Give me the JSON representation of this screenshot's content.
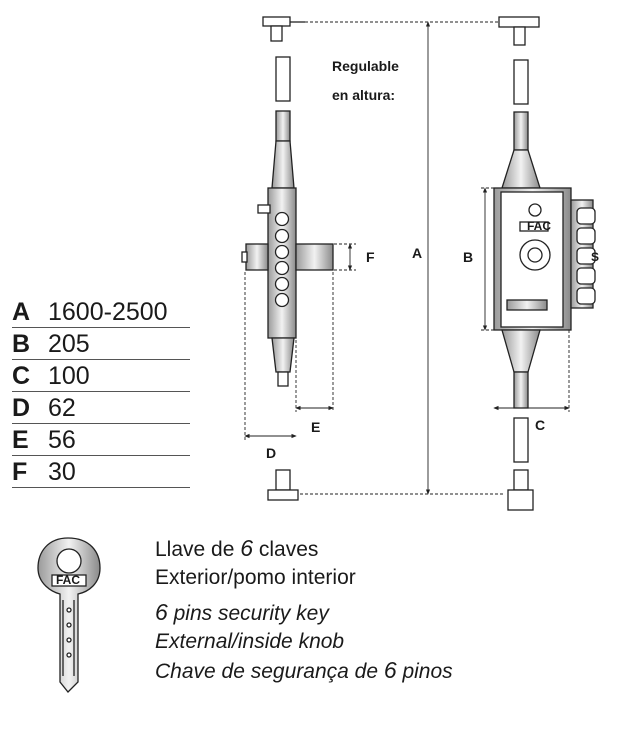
{
  "drawing": {
    "adjustable_note": [
      "Regulable",
      "en altura:"
    ],
    "dimension_letters": {
      "A": "A",
      "B": "B",
      "C": "C",
      "D": "D",
      "E": "E",
      "F": "F"
    },
    "lock_logo_text": "FAC",
    "key_logo_text": "FAC"
  },
  "dimensions": [
    {
      "letter": "A",
      "value": "1600-2500"
    },
    {
      "letter": "B",
      "value": "205"
    },
    {
      "letter": "C",
      "value": "100"
    },
    {
      "letter": "D",
      "value": "62"
    },
    {
      "letter": "E",
      "value": "56"
    },
    {
      "letter": "F",
      "value": "30"
    }
  ],
  "key_description": {
    "spanish_line1_before": "Llave de ",
    "spanish_line1_number": "6",
    "spanish_line1_after": " claves",
    "spanish_line2": "Exterior/pomo interior",
    "english_line1_number": "6",
    "english_line1_after": " pins security key",
    "english_line2": "External/inside knob",
    "portuguese_before": "Chave de segurança de ",
    "portuguese_number": "6",
    "portuguese_after": " pinos"
  }
}
